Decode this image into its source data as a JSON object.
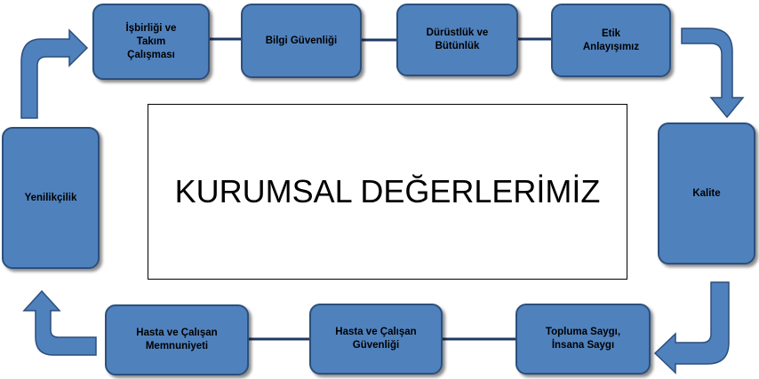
{
  "title": "KURUMSAL DEĞERLERİMİZ",
  "values": [
    "İşbirliği ve\nTakım\nÇalışması",
    "Bilgi Güvenliği",
    "Dürüstlük ve\nBütünlük",
    "Etik\nAnlayışımız",
    "Kalite",
    "Topluma Saygı,\nİnsana Saygı",
    "Hasta ve Çalışan\nGüvenliği",
    "Hasta ve Çalışan\nMemnuniyeti",
    "Yenilikçilik"
  ],
  "colors": {
    "box_fill": "#4f81bd",
    "box_border": "#2c4f7c",
    "connector": "#1f3864",
    "text": "#000000"
  }
}
